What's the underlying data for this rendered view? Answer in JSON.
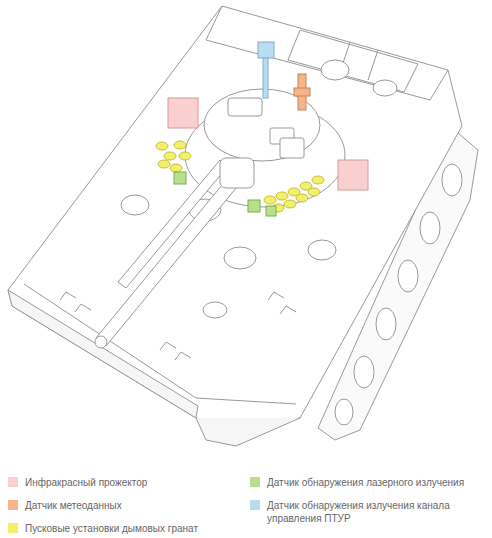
{
  "diagram": {
    "legend": [
      {
        "text": "Инфракрасный прожектор",
        "color": "#f9cfcf"
      },
      {
        "text": "Датчик обнаружения лазерного излучения",
        "color": "#b8e08c"
      },
      {
        "text": "Датчик метеоданных",
        "color": "#f5b48a"
      },
      {
        "text": "Датчик обнаружения излучения канала управления ПТУР",
        "color": "#b8dcf0"
      },
      {
        "text": "Пусковые установки дымовых гранат",
        "color": "#f3ef6a"
      }
    ]
  }
}
